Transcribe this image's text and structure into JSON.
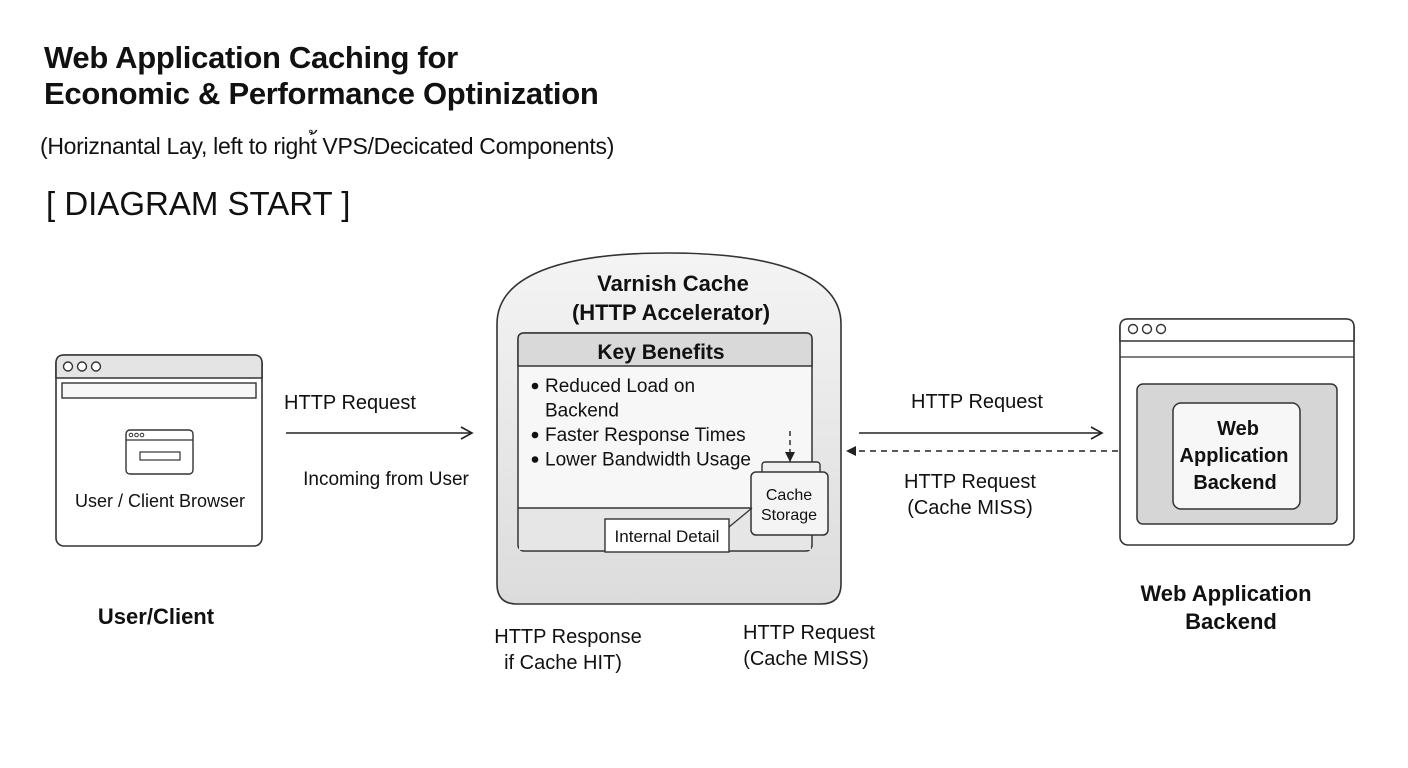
{
  "header": {
    "title_line1": "Web Application Caching for",
    "title_line2": "Economic & Performance Optinization",
    "subtitle": "(Horiznantal Lay, left to right้ VPS/Decicated Components)",
    "diagram_marker": "[ DIAGRAM START ]"
  },
  "client": {
    "window_label": "User / Client Browser",
    "caption": "User/Client",
    "dots_icon": "window-dots"
  },
  "left_flow": {
    "request_label": "HTTP Request",
    "incoming_label": "Incoming from User"
  },
  "varnish": {
    "title_line1": "Varnish Cache",
    "title_line2": "(HTTP Accelerator)",
    "benefits_title": "Key Benefits",
    "benefits": [
      "Reduced Load on",
      "Backend",
      "Faster Response Times",
      "Lower Bandwidth Usage"
    ],
    "bullet_rows": [
      true,
      false,
      true,
      true
    ],
    "storage_line1": "Cache",
    "storage_line2": "Storage",
    "internal_detail": "Internal Detail"
  },
  "right_flow": {
    "request_label": "HTTP Request",
    "miss_label_line1": "HTTP Request",
    "miss_label_line2": "(Cache MISS)"
  },
  "backend": {
    "inner_line1": "Web",
    "inner_line2": "Application",
    "inner_line3": "Backend",
    "caption_line1": "Web Application",
    "caption_line2": "Backend"
  },
  "bottom": {
    "response_line1": "HTTP Response",
    "response_line2": "if Cache HIT)",
    "miss_line1": "HTTP Request",
    "miss_line2": "(Cache MISS)"
  },
  "colors": {
    "stroke": "#333333",
    "panel_gray": "#e4e4e4",
    "inner_gray": "#d6d6d6",
    "light_fill": "#f7f7f7"
  }
}
